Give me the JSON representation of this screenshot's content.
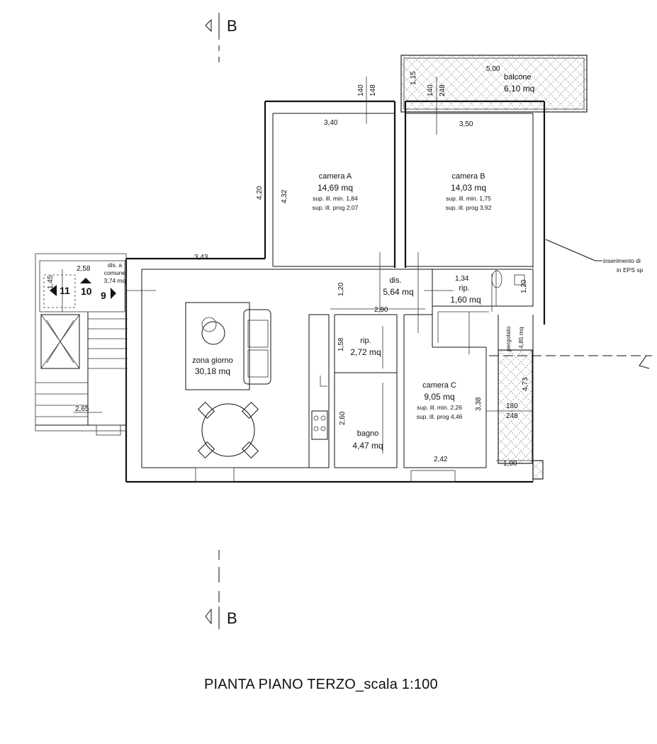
{
  "title": "PIANTA PIANO TERZO_scala 1:100",
  "section_marks": {
    "top": "B",
    "bottom": "B"
  },
  "rooms": {
    "camera_a": {
      "name": "camera A",
      "area": "14,69 mq",
      "note1": "sup. ill. min. 1,84",
      "note2": "sup. ill. prog 2,07"
    },
    "camera_b": {
      "name": "camera B",
      "area": "14,03 mq",
      "note1": "sup. ill. min. 1,75",
      "note2": "sup. ill. prog 3,92"
    },
    "camera_c": {
      "name": "camera C",
      "area": "9,05 mq",
      "note1": "sup. ill. min. 2,26",
      "note2": "sup. ill. prog 4,46"
    },
    "zona_giorno": {
      "name": "zona giorno",
      "area": "30,18 mq"
    },
    "dis": {
      "name": "dis.",
      "area": "5,64 mq"
    },
    "rip1": {
      "name": "rip.",
      "area": "1,60 mq"
    },
    "rip2": {
      "name": "rip.",
      "area": "2,72 mq"
    },
    "bagno": {
      "name": "bagno",
      "area": "4,47 mq"
    },
    "balcone": {
      "name": "balcone",
      "area": "6,10 mq"
    },
    "pergolato": {
      "name": "pergolato",
      "area": "4,85 mq"
    },
    "dis_comune": {
      "name1": "dis. a",
      "name2": "comune",
      "area": "3,74 mq"
    }
  },
  "dimensions": {
    "d_340": "3,40",
    "d_350": "3,50",
    "d_420": "4,20",
    "d_432": "4,32",
    "d_343": "3,43",
    "d_258": "2,58",
    "d_145": "1,45",
    "d_120a": "1,20",
    "d_290": "2,90",
    "d_134": "1,34",
    "d_120b": "1,20",
    "d_158": "1,58",
    "d_260": "2,60",
    "d_338": "3,38",
    "d_242": "2,42",
    "d_265": "2,65",
    "d_473": "4,73",
    "d_100": "1,00",
    "d_500": "5,00",
    "d_115": "1,15",
    "d_140a": "140",
    "d_148": "148",
    "d_140b": "140",
    "d_248a": "248",
    "d_180": "180",
    "d_248b": "248"
  },
  "stair_numbers": {
    "n11": "11",
    "n10": "10",
    "n9": "9"
  },
  "annotation": {
    "line1": "inserimento di",
    "line2": "in EPS sp"
  }
}
